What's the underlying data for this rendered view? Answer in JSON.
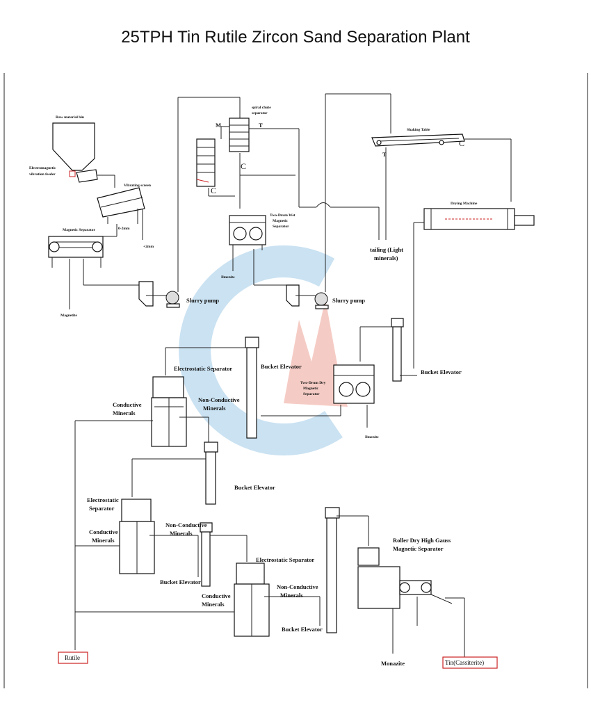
{
  "title": "25TPH Tin Rutile Zircon Sand Separation Plant",
  "labels": {
    "raw_bin": "Raw material bin",
    "feeder_1": "Electromagnetic",
    "feeder_2": "vibration feeder",
    "vib_screen": "Vibrating screen",
    "size_fine": "0-2mm",
    "size_coarse": "+2mm",
    "mag_sep": "Magnetic Separator",
    "magnetite": "Magnetite",
    "spiral_1": "spiral chute",
    "spiral_2": "separator",
    "marker_m": "M",
    "marker_t1": "T",
    "marker_c1": "C",
    "marker_c2": "C",
    "wet_mag_1": "Two-Drum Wet",
    "wet_mag_2": "Magnetic",
    "wet_mag_3": "Separator",
    "ilmenite_1": "Ilmenite",
    "slurry_pump_1": "Slurry pump",
    "slurry_pump_2": "Slurry pump",
    "shaking_table": "Shaking Table",
    "marker_t2": "T",
    "marker_c3": "C",
    "tailing_1": "tailing (Light",
    "tailing_2": "minerals)",
    "drying": "Drying Machine",
    "elec_sep_1": "Electrostatic Separator",
    "bucket_1": "Bucket Elevator",
    "bucket_2": "Bucket Elevator",
    "conductive_1a": "Conductive",
    "conductive_1b": "Minerals",
    "nonconductive_1a": "Non-Conductive",
    "nonconductive_1b": "Minerals",
    "dry_mag_1": "Two-Drum Dry",
    "dry_mag_2": "Magnetic",
    "dry_mag_3": "Separator",
    "ilmenite_2": "Ilmenite",
    "bucket_3": "Bucket Elevator",
    "elec_sep_2a": "Electrostatic",
    "elec_sep_2b": "Separator",
    "conductive_2a": "Conductive",
    "conductive_2b": "Minerals",
    "nonconductive_2a": "Non-Conductive",
    "nonconductive_2b": "Minerals",
    "bucket_4": "Bucket Elevator",
    "elec_sep_3": "Electrostatic Separator",
    "nonconductive_3a": "Non-Conductive",
    "nonconductive_3b": "Minerals",
    "conductive_3a": "Conductive",
    "conductive_3b": "Minerals",
    "bucket_5": "Bucket Elevator",
    "roller_1": "Roller Dry High Gauss",
    "roller_2": "Magnetic Separator",
    "monazite": "Monazite",
    "rutile": "Rutile",
    "tin": "Tin(Cassiterite)"
  },
  "colors": {
    "outline": "#111111",
    "output_box": "#cc2222",
    "watermark_blue": "#9fcbe8",
    "watermark_red": "#e88a7a"
  }
}
